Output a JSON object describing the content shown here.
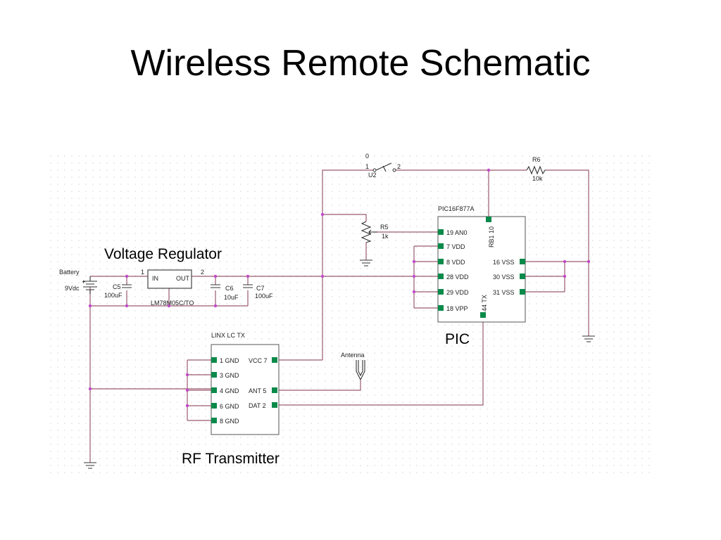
{
  "title": "Wireless Remote Schematic",
  "labels": {
    "voltage_regulator": "Voltage Regulator",
    "pic": "PIC",
    "rf_transmitter": "RF Transmitter"
  },
  "colors": {
    "wire": "#9a5a6e",
    "pin": "#0a8a4a",
    "node": "#c04ac8",
    "grid_dot": "#d6d6d6"
  },
  "schematic": {
    "battery": {
      "name": "Battery",
      "value": "9Vdc",
      "plus": "+"
    },
    "c5": {
      "name": "C5",
      "value": "100uF"
    },
    "c6": {
      "name": "C6",
      "value": "10uF"
    },
    "c7": {
      "name": "C7",
      "value": "100uF"
    },
    "regulator": {
      "part": "LM78M05C/TO",
      "in": "IN",
      "out": "OUT",
      "pin_in": "1",
      "pin_out": "2"
    },
    "switch": {
      "name": "U2",
      "top": "0",
      "pin1": "1",
      "pin2": "2"
    },
    "r5": {
      "name": "R5",
      "value": "1k"
    },
    "r6": {
      "name": "R6",
      "value": "10k"
    },
    "pic": {
      "part": "PIC16F877A",
      "left_pins": [
        "19 AN0",
        "7 VDD",
        "8 VDD",
        "28 VDD",
        "29 VDD",
        "18 VPP"
      ],
      "right_pins": [
        "16 VSS",
        "30 VSS",
        "31 VSS"
      ],
      "top_pin": "RB1 10",
      "bottom_pin": "44 TX"
    },
    "linx": {
      "part": "LINX LC TX",
      "left_pins": [
        "1 GND",
        "3 GND",
        "4 GND",
        "6 GND",
        "8 GND"
      ],
      "right_pins": [
        "VCC 7",
        "ANT 5",
        "DAT 2"
      ]
    },
    "antenna": "Antenna"
  }
}
